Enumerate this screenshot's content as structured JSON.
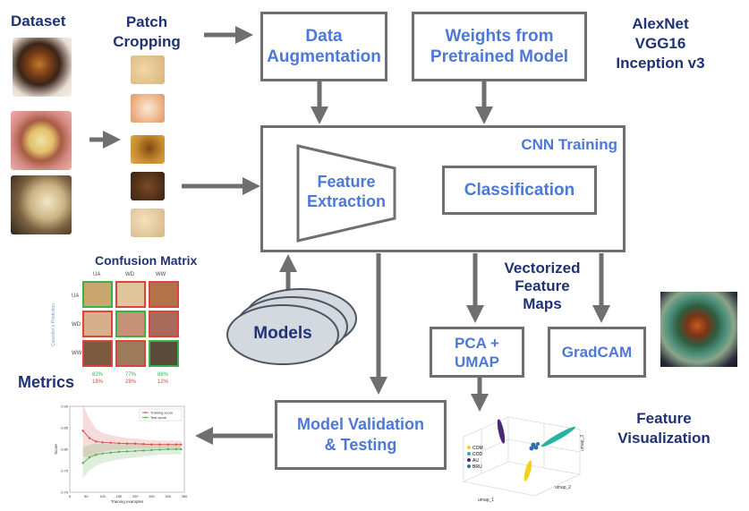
{
  "labels": {
    "dataset": "Dataset",
    "patch_cropping": "Patch\nCropping",
    "data_augmentation": "Data\nAugmentation",
    "weights": "Weights from\nPretrained Model",
    "models_list": "AlexNet\nVGG16\nInception v3",
    "cnn_training": "CNN Training",
    "feature_extraction": "Feature\nExtraction",
    "classification": "Classification",
    "confusion_matrix": "Confusion Matrix",
    "models": "Models",
    "vectorized": "Vectorized\nFeature\nMaps",
    "pca_umap": "PCA +\nUMAP",
    "gradcam": "GradCAM",
    "metrics": "Metrics",
    "model_validation": "Model Validation\n& Testing",
    "feature_visualization": "Feature\nVisualization"
  },
  "confusion": {
    "cols": [
      "UA",
      "WD",
      "WW"
    ],
    "rows": [
      "UA",
      "WD",
      "WW"
    ],
    "row_axis": "Classifier's Prediction",
    "correct": [
      "82%",
      "77%",
      "88%"
    ],
    "wrong": [
      "18%",
      "28%",
      "12%"
    ]
  },
  "umap": {
    "legend": [
      "COM",
      "COD",
      "AU",
      "BRU"
    ],
    "legend_colors": [
      "#f2d21e",
      "#27b3a0",
      "#4a2a78",
      "#2f6ea8"
    ],
    "xlabel": "umap_1",
    "ylabel": "umap_2",
    "zlabel": "umap_3"
  },
  "learning_curve": {
    "legend": [
      "Training score",
      "Test score"
    ],
    "colors": [
      "#d2504c",
      "#5caa55"
    ],
    "xlabel": "Training examples",
    "ylabel": "Score",
    "x_ticks": [
      "0",
      "50",
      "100",
      "150",
      "200",
      "250",
      "300",
      "350"
    ],
    "y_ticks": [
      "0.70",
      "0.75",
      "0.80",
      "0.85",
      "0.90"
    ],
    "x": [
      40,
      60,
      80,
      100,
      125,
      150,
      175,
      200,
      225,
      250,
      275,
      300,
      325,
      340
    ],
    "train": [
      0.843,
      0.826,
      0.818,
      0.816,
      0.815,
      0.814,
      0.813,
      0.813,
      0.812,
      0.811,
      0.811,
      0.811,
      0.811,
      0.811
    ],
    "test": [
      0.768,
      0.781,
      0.787,
      0.79,
      0.792,
      0.794,
      0.795,
      0.796,
      0.797,
      0.798,
      0.799,
      0.8,
      0.8,
      0.8
    ]
  }
}
